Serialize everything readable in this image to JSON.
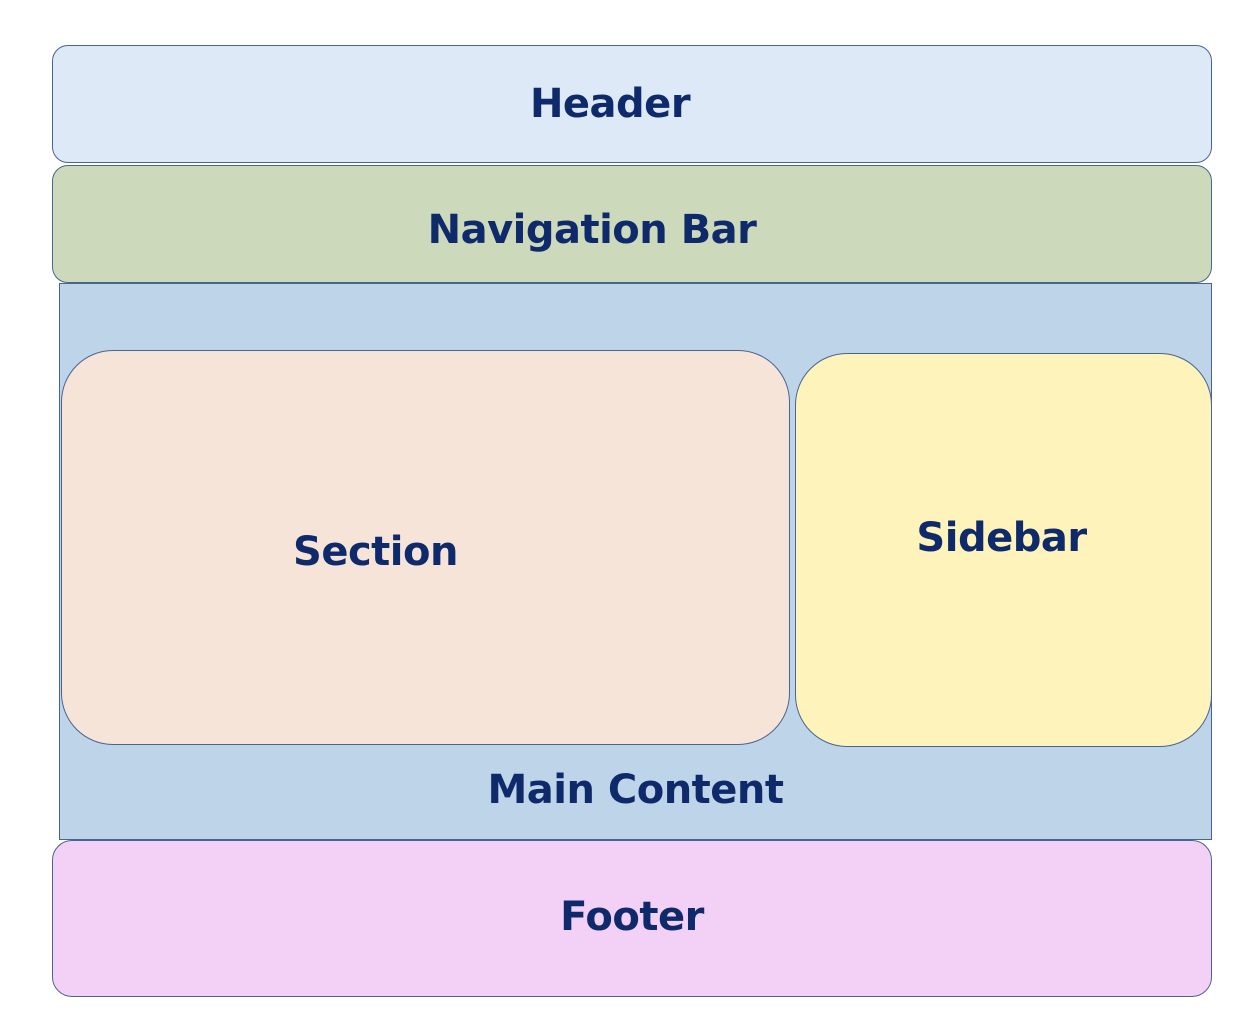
{
  "diagram": {
    "header": {
      "label": "Header"
    },
    "navigation_bar": {
      "label": "Navigation Bar"
    },
    "main_content": {
      "label": "Main Content"
    },
    "section": {
      "label": "Section"
    },
    "sidebar": {
      "label": "Sidebar"
    },
    "footer": {
      "label": "Footer"
    }
  },
  "colors": {
    "header_fill": "#dde9f6",
    "navigation_bar_fill": "#cdd9bb",
    "main_content_fill": "#bed5e9",
    "section_fill": "#f7e4d9",
    "sidebar_fill": "#fdf3bb",
    "footer_fill": "#f3d0f5",
    "border": "#4a6491",
    "text": "#0e2a6b"
  }
}
